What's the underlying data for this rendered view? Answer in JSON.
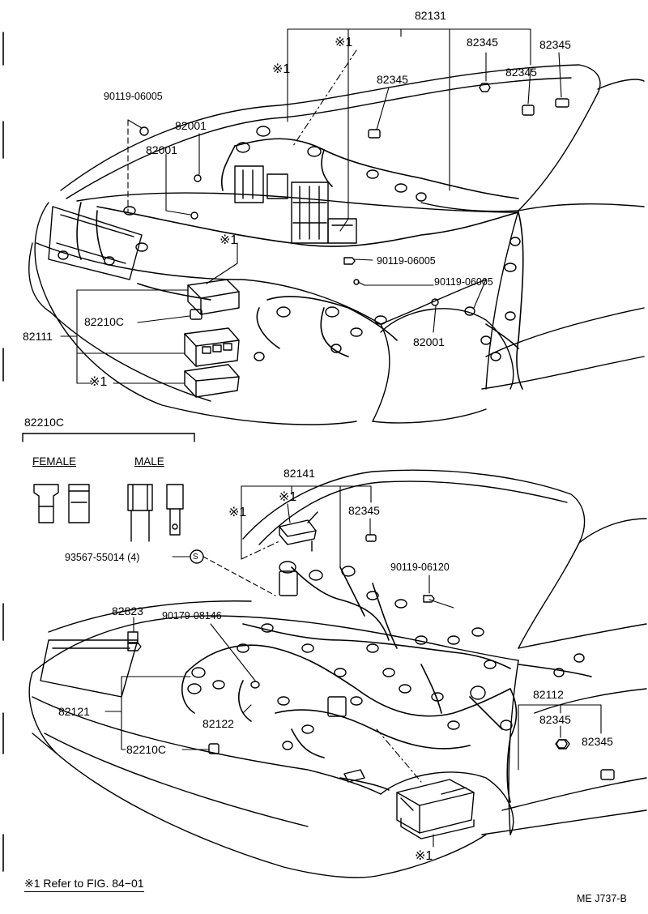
{
  "top_callouts": {
    "p82131": "82131",
    "note_top": "※1",
    "p82345_a": "82345",
    "p82345_b": "82345",
    "note_left": "※1",
    "p82345_c": "82345",
    "p82345_d": "82345",
    "p90119_06005_a": "90119-06005",
    "p82001_a": "82001",
    "p82001_b": "82001",
    "note_relay": "※1",
    "p90119_06005_b": "90119-06005",
    "p90119_06005_c": "90119-06005",
    "p82210c": "82210C",
    "p82111": "82111",
    "p82001_c": "82001",
    "note_fusebox": "※1"
  },
  "fuse_legend": {
    "title": "82210C",
    "female": "FEMALE",
    "male": "MALE"
  },
  "bottom_callouts": {
    "p82141": "82141",
    "note_clip": "※1",
    "note_left": "※1",
    "p82345_a": "82345",
    "p93567": "93567-55014 (4)",
    "s_mark": "S",
    "p90119_06120": "90119-06120",
    "p82823": "82823",
    "p90179_08146": "90179-08146",
    "p82112": "82112",
    "p82345_b": "82345",
    "p82345_c": "82345",
    "p82121": "82121",
    "p82122": "82122",
    "p82210c": "82210C",
    "note_box": "※1"
  },
  "footer": {
    "note": "※1  Refer to FIG. 84−01",
    "code": "ME J737-B"
  }
}
